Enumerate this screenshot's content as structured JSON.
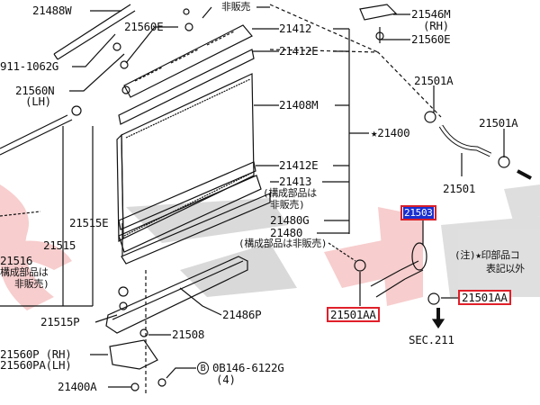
{
  "diagram": {
    "labels": {
      "p21488W": "21488W",
      "p21560E_top": "21560E",
      "p911": "911-1062G",
      "p21560N": "21560N",
      "p21560N_side": "(LH)",
      "not_sold_top": "非販売",
      "p21412": "21412",
      "p21412E_top": "21412E",
      "p21408M": "21408M",
      "p21400": "★21400",
      "p21546M": "21546M",
      "p21546M_side": "(RH)",
      "p21560E_right": "21560E",
      "p21501A_1": "21501A",
      "p21501A_2": "21501A",
      "p21501": "21501",
      "p21412E_bottom": "21412E",
      "p21413": "21413",
      "p21413_note1": "(構成部品は",
      "p21413_note2": "非販売)",
      "p21480G": "21480G",
      "p21480": "21480",
      "p21480_note": "(構成部品は非販売)",
      "p21515E": "21515E",
      "p21515": "21515",
      "p21516": "21516",
      "p21516_note1": "構成部品は",
      "p21516_note2": "非販売)",
      "p21503": "21503",
      "note1": "(注)★印部品コ",
      "note2": "表記以外",
      "p21501AA_left": "21501AA",
      "p21501AA_right": "21501AA",
      "sec": "SEC.211",
      "p21515P": "21515P",
      "p21486P": "21486P",
      "p21508": "21508",
      "p21560P": "21560P (RH)",
      "p21560PA": "21560PA(LH)",
      "bolt_marker": "B",
      "bolt": "0B146-6122G",
      "bolt_qty": "(4)",
      "p21400A": "21400A"
    },
    "highlight_colors": {
      "red_box": "#e0202a",
      "blue_fill": "#1a2fd0"
    }
  }
}
